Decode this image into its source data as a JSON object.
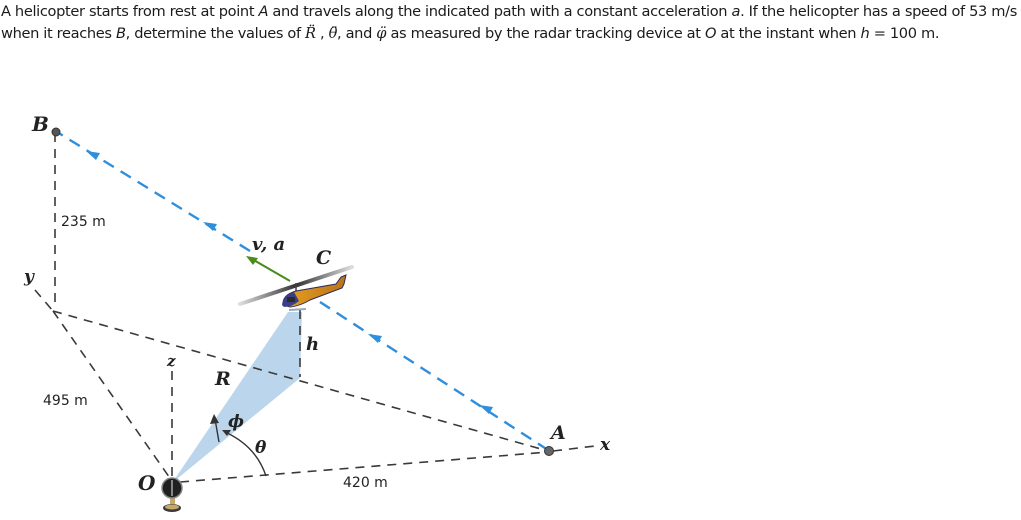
{
  "problem": {
    "part1": "A helicopter starts from rest at point ",
    "point_a": "A",
    "part2": " and travels along the indicated path with a constant acceleration ",
    "accel": "a",
    "part3": ". If the helicopter has a speed of 53 m/s when it reaches ",
    "point_b": "B",
    "part4": ", determine the values of ",
    "r_dd": "R̈",
    "sep1": " , ",
    "theta_dd": "θ̈",
    "sep2": ", and ",
    "phi_dd": "φ̈",
    "part5": " as measured by the radar tracking device at ",
    "point_o": "O",
    "part6": " at the instant when ",
    "h_sym": "h",
    "part7": " = 100 m."
  },
  "figure": {
    "labels": {
      "B": "B",
      "A": "A",
      "C": "C",
      "O": "O",
      "x": "x",
      "y": "y",
      "z": "z",
      "R": "R",
      "h": "h",
      "theta": "θ",
      "phi": "ϕ",
      "va": "v, a"
    },
    "dimensions": {
      "height_B": "235 m",
      "y_distance": "495 m",
      "x_distance": "420 m"
    },
    "colors": {
      "path": "#2f8fdc",
      "velocity_arrow": "#4a8c1c",
      "beam": "#a9cbe6",
      "dashed": "#333333"
    }
  }
}
